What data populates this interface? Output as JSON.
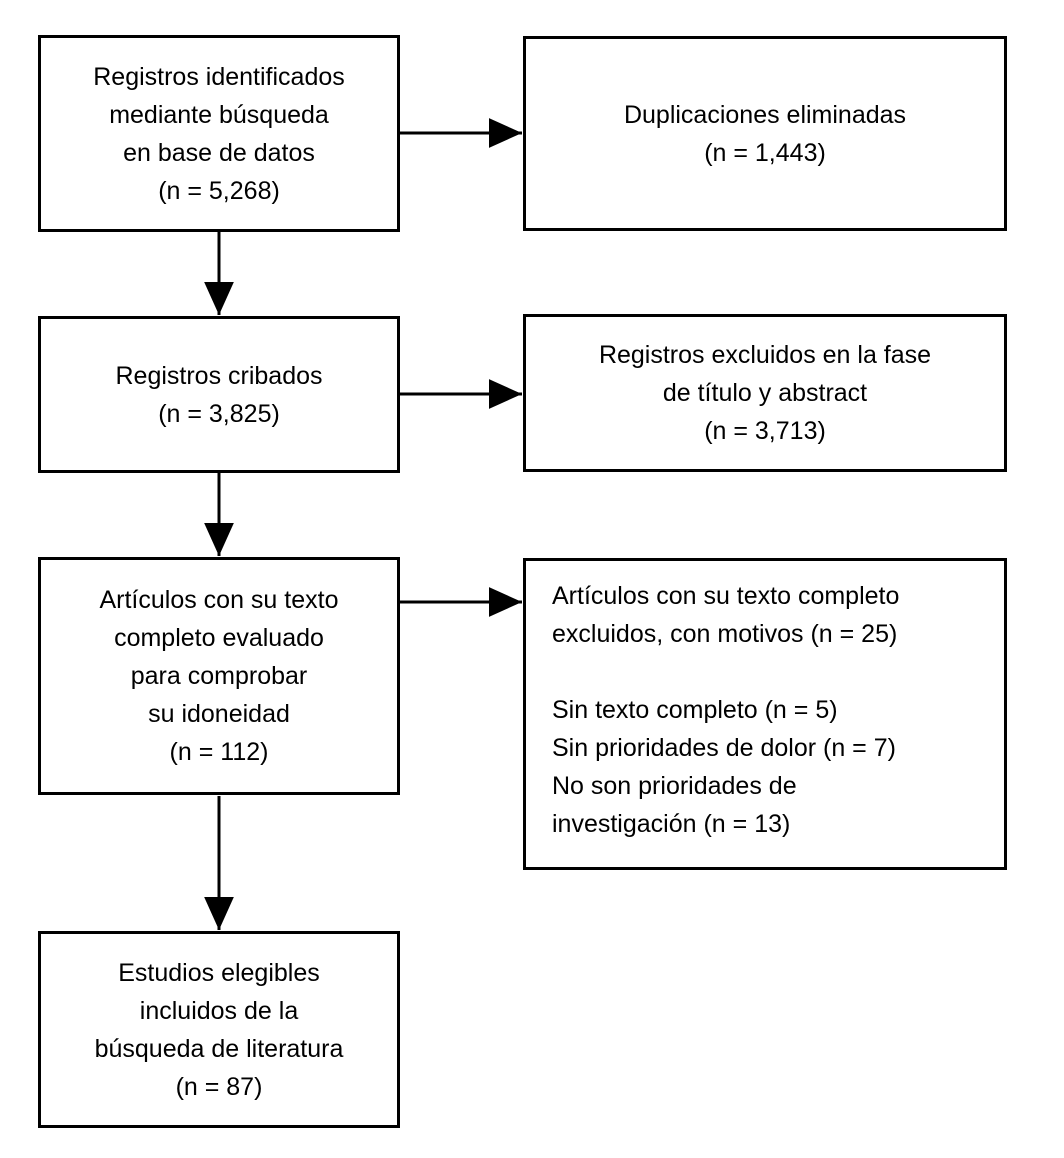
{
  "diagram": {
    "title": "PRISMA flow diagram (Spanish) - literature search and selection",
    "colors": {
      "border": "#000000",
      "text": "#000000",
      "background": "#ffffff"
    },
    "boxes": {
      "identified": {
        "lines": [
          "Registros identificados",
          "mediante búsqueda",
          "en base de datos",
          "(n = 5,268)"
        ],
        "n": "5,268"
      },
      "duplicates_removed": {
        "lines": [
          "Duplicaciones eliminadas",
          "(n = 1,443)"
        ],
        "n": "1,443"
      },
      "screened": {
        "lines": [
          "Registros cribados",
          "(n = 3,825)"
        ],
        "n": "3,825"
      },
      "excluded_title_abstract": {
        "lines": [
          "Registros excluidos en la fase",
          "de título y abstract",
          "(n = 3,713)"
        ],
        "n": "3,713"
      },
      "fulltext_assessed": {
        "lines": [
          "Artículos con su texto",
          "completo evaluado",
          "para comprobar",
          "su idoneidad",
          "(n = 112)"
        ],
        "n": "112"
      },
      "fulltext_excluded": {
        "lines": [
          "Artículos con su texto completo",
          "excluidos, con motivos (n = 25)",
          "",
          "Sin texto completo (n = 5)",
          "Sin prioridades de dolor (n = 7)",
          "No son prioridades de",
          "investigación (n = 13)"
        ],
        "n": "25"
      },
      "included": {
        "lines": [
          "Estudios elegibles",
          "incluidos de la",
          "búsqueda de literatura",
          "(n = 87)"
        ],
        "n": "87"
      }
    }
  }
}
